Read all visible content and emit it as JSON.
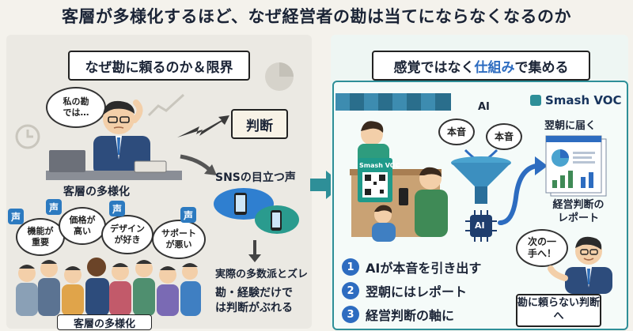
{
  "title": "客層が多様化するほど、なぜ経営者の勘は当てにならなくなるのか",
  "left": {
    "heading": "なぜ勘に頼るのか＆限界",
    "thought": "私の勘では…",
    "judgment": "判断",
    "sns": "SNSの目立つ声",
    "diversity_top": "客層の多様化",
    "badge": "声",
    "bubbles": [
      "機能が重要",
      "価格が高い",
      "デザインが好き",
      "サポートが悪い"
    ],
    "gap": "実際の多数派とズレ",
    "conclusion": "勘・経験だけでは判断がぶれる",
    "diversity_bottom": "客層の多様化"
  },
  "right": {
    "heading_pre": "感覚ではなく",
    "heading_highlight": "仕組み",
    "heading_post": "で集める",
    "brand": "Smash VOC",
    "stand_sign": "Smash VOC",
    "ai": "AI",
    "honne": [
      "本音",
      "本音"
    ],
    "next_morning": "翌朝に届く",
    "report": "経営判断のレポート",
    "chip": "AI",
    "steps": [
      "AIが本音を引き出す",
      "翌朝にはレポート",
      "経営判断の軸に"
    ],
    "next_move": "次の一手へ！",
    "closing": "勘に頼らない判断へ"
  },
  "colors": {
    "accent": "#2e8f98",
    "blue": "#2d6cc0",
    "brand": "#17345d"
  }
}
